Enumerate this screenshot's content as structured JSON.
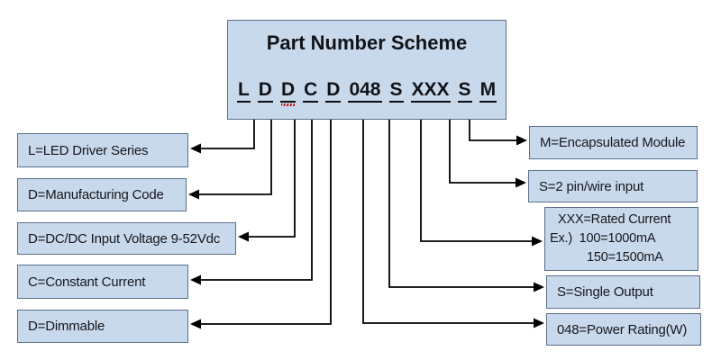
{
  "title_box": {
    "title": "Part Number Scheme",
    "tokens": [
      "L",
      "D",
      "D",
      "C",
      "D",
      "048",
      "S",
      "XXX",
      "S",
      "M"
    ],
    "spellcheck_token_index": 2
  },
  "left_boxes": [
    {
      "label": "L=LED Driver Series"
    },
    {
      "label": "D=Manufacturing Code"
    },
    {
      "label": "D=DC/DC Input Voltage 9-52Vdc"
    },
    {
      "label": "C=Constant Current"
    },
    {
      "label": "D=Dimmable"
    }
  ],
  "right_boxes": [
    {
      "label": "M=Encapsulated Module"
    },
    {
      "label": "S=2 pin/wire input"
    },
    {
      "line1": "XXX=Rated Current",
      "line2": "Ex.)  100=1000mA",
      "line3": "150=1500mA"
    },
    {
      "label": "S=Single Output"
    },
    {
      "label": "048=Power Rating(W)"
    }
  ],
  "colors": {
    "box_fill": "#c9d9ec",
    "box_border": "#5a6e8c",
    "connector_line": "#000000",
    "spellcheck_squiggle": "#c00000",
    "text": "#15171c",
    "background": "#ffffff"
  }
}
